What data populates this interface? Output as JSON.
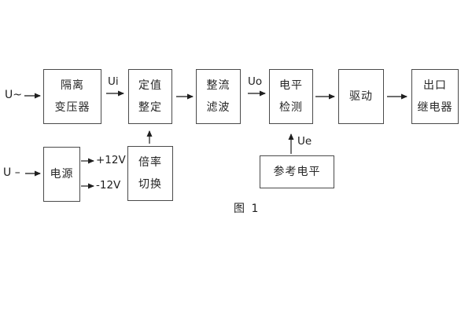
{
  "colors": {
    "background": "#ffffff",
    "line": "#3d3d3d",
    "border": "#4a4a4a",
    "text": "#222222"
  },
  "figure_caption": "图 1",
  "io_labels": {
    "ac_input": "U~",
    "dc_input": "U –",
    "ui": "Ui",
    "uo": "Uo",
    "ue": "Ue",
    "plus_12v": "+12V",
    "minus_12v": "-12V"
  },
  "blocks": {
    "isolation_transformer": {
      "line1": "隔离",
      "line2": "变压器"
    },
    "setting_adjust": {
      "line1": "定值",
      "line2": "整定"
    },
    "rectify_filter": {
      "line1": "整流",
      "line2": "滤波"
    },
    "level_detect": {
      "line1": "电平",
      "line2": "检测"
    },
    "drive": {
      "line1": "驱动"
    },
    "output_relay": {
      "line1": "出口",
      "line2": "继电器"
    },
    "power_supply": {
      "line1": "电源"
    },
    "ratio_switch": {
      "line1": "倍率",
      "line2": "切换"
    },
    "reference_level": {
      "line1": "参考电平"
    }
  }
}
